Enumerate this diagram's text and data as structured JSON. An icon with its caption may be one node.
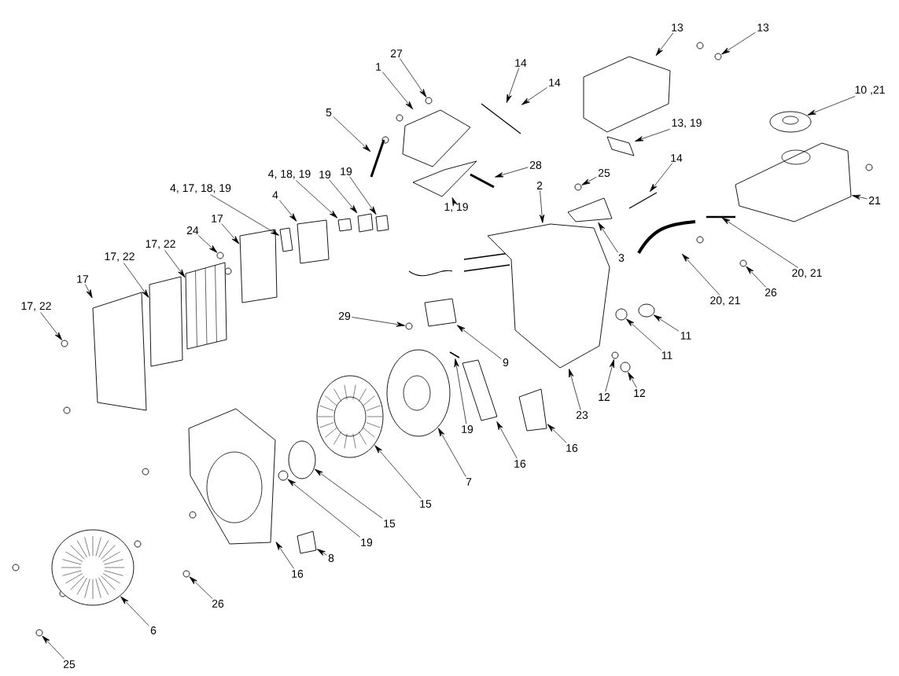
{
  "diagram": {
    "nodes": [
      {
        "text": [
          "27"
        ]
      },
      {
        "text": [
          "1"
        ]
      },
      {
        "text": [
          "13"
        ]
      },
      {
        "text": [
          "13"
        ]
      },
      {
        "text": [
          "14"
        ]
      },
      {
        "text": [
          "14"
        ]
      },
      {
        "text": [
          "5"
        ]
      },
      {
        "text": [
          "10 ,21"
        ]
      },
      {
        "text": [
          "13, 19"
        ]
      },
      {
        "text": [
          "28"
        ]
      },
      {
        "text": [
          "1, 19"
        ]
      },
      {
        "text": [
          "14"
        ]
      },
      {
        "text": [
          "4, 17, 18, 19"
        ]
      },
      {
        "text": [
          "4, 18, 19"
        ]
      },
      {
        "text": [
          "19"
        ]
      },
      {
        "text": [
          "19"
        ]
      },
      {
        "text": [
          "25"
        ]
      },
      {
        "text": [
          "4"
        ]
      },
      {
        "text": [
          "2"
        ]
      },
      {
        "text": [
          "17"
        ]
      },
      {
        "text": [
          "24"
        ]
      },
      {
        "text": [
          "17, 22"
        ]
      },
      {
        "text": [
          "17, 22"
        ]
      },
      {
        "text": [
          "21"
        ]
      },
      {
        "text": [
          "3"
        ]
      },
      {
        "text": [
          "20, 21"
        ]
      },
      {
        "text": [
          "17"
        ]
      },
      {
        "text": [
          "20, 21"
        ]
      },
      {
        "text": [
          "17, 22"
        ]
      },
      {
        "text": [
          "26"
        ]
      },
      {
        "text": [
          "29"
        ]
      },
      {
        "text": [
          "11"
        ]
      },
      {
        "text": [
          "11"
        ]
      },
      {
        "text": [
          "9"
        ]
      },
      {
        "text": [
          "12"
        ]
      },
      {
        "text": [
          "12"
        ]
      },
      {
        "text": [
          "23"
        ]
      },
      {
        "text": [
          "19"
        ]
      },
      {
        "text": [
          "16"
        ]
      },
      {
        "text": [
          "16"
        ]
      },
      {
        "text": [
          "7"
        ]
      },
      {
        "text": [
          "15"
        ]
      },
      {
        "text": [
          "15"
        ]
      },
      {
        "text": [
          "19"
        ]
      },
      {
        "text": [
          "8"
        ]
      },
      {
        "text": [
          "16"
        ]
      },
      {
        "text": [
          "26"
        ]
      },
      {
        "text": [
          "6"
        ]
      },
      {
        "text": [
          "25"
        ]
      },
      {
        "text": [],
        "shape": "circle"
      },
      {
        "text": [],
        "shape": "circle"
      },
      {
        "text": [],
        "shape": "picture"
      },
      {
        "text": [],
        "shape": "box"
      },
      {
        "text": [],
        "shape": "box"
      },
      {
        "text": [],
        "shape": "circle"
      },
      {
        "text": [],
        "shape": "picture"
      },
      {
        "text": [],
        "shape": "picture"
      },
      {
        "text": [],
        "shape": "circle"
      },
      {
        "text": [],
        "shape": "box"
      },
      {
        "text": [],
        "shape": "circle"
      },
      {
        "text": [],
        "shape": "box"
      },
      {
        "text": [],
        "shape": "box"
      },
      {
        "text": [],
        "shape": "box"
      },
      {
        "text": [],
        "shape": "circle"
      },
      {
        "text": [],
        "shape": "picture"
      },
      {
        "text": [],
        "shape": "box"
      },
      {
        "text": [],
        "shape": "box"
      },
      {
        "text": [],
        "shape": "bar"
      },
      {
        "text": [],
        "shape": "picture"
      },
      {
        "text": [],
        "shape": "box"
      },
      {
        "text": [],
        "shape": "box"
      },
      {
        "text": [],
        "shape": "box"
      },
      {
        "text": [],
        "shape": "circle"
      },
      {
        "text": [],
        "shape": "circle"
      },
      {
        "text": [],
        "shape": "box"
      },
      {
        "text": [],
        "shape": "bar"
      },
      {
        "text": [],
        "shape": "box"
      },
      {
        "text": [],
        "shape": "bar"
      },
      {
        "text": [],
        "shape": "bar"
      },
      {
        "text": [],
        "shape": "box"
      },
      {
        "text": [],
        "shape": "box"
      },
      {
        "text": [],
        "shape": "box"
      },
      {
        "text": [],
        "shape": "circle"
      },
      {
        "text": [],
        "shape": "box"
      },
      {
        "text": [],
        "shape": "circle"
      },
      {
        "text": [],
        "shape": "circle"
      },
      {
        "text": [],
        "shape": "box"
      },
      {
        "text": [],
        "shape": "circle"
      },
      {
        "text": [],
        "shape": "bar"
      },
      {
        "text": [],
        "shape": "bar"
      },
      {
        "text": [],
        "shape": "circle"
      },
      {
        "text": [],
        "shape": "bar"
      },
      {
        "text": [],
        "shape": "circle"
      },
      {
        "text": [],
        "shape": "picture"
      },
      {
        "text": [],
        "shape": "circle"
      },
      {
        "text": [],
        "shape": "picture"
      }
    ],
    "edges": [
      {
        "from": 0,
        "to": 73,
        "arrow": "to"
      },
      {
        "from": 1,
        "to": 70,
        "arrow": "to"
      },
      {
        "from": 2,
        "to": 83,
        "arrow": "to"
      },
      {
        "from": 3,
        "to": 92,
        "arrow": "to"
      },
      {
        "from": 4,
        "to": 78,
        "arrow": "to"
      },
      {
        "from": 5,
        "to": 78,
        "arrow": "to"
      },
      {
        "from": 6,
        "to": 67,
        "arrow": "to"
      },
      {
        "from": 7,
        "to": 95,
        "arrow": "to"
      },
      {
        "from": 8,
        "to": 86,
        "arrow": "to"
      },
      {
        "from": 9,
        "to": 77,
        "arrow": "to"
      },
      {
        "from": 10,
        "to": 71,
        "arrow": "to"
      },
      {
        "from": 11,
        "to": 88,
        "arrow": "to"
      },
      {
        "from": 12,
        "to": 60,
        "arrow": "to"
      },
      {
        "from": 13,
        "to": 65,
        "arrow": "to"
      },
      {
        "from": 14,
        "to": 66,
        "arrow": "to"
      },
      {
        "from": 15,
        "to": 69,
        "arrow": "to"
      },
      {
        "from": 16,
        "to": 82,
        "arrow": "to"
      },
      {
        "from": 17,
        "to": 61,
        "arrow": "to"
      },
      {
        "from": 18,
        "to": 79,
        "arrow": "to"
      },
      {
        "from": 19,
        "to": 58,
        "arrow": "to"
      },
      {
        "from": 20,
        "to": 57,
        "arrow": "to"
      },
      {
        "from": 21,
        "to": 55,
        "arrow": "to"
      },
      {
        "from": 22,
        "to": 53,
        "arrow": "to"
      },
      {
        "from": 23,
        "to": 93,
        "arrow": "to"
      },
      {
        "from": 24,
        "to": 81,
        "arrow": "to"
      },
      {
        "from": 25,
        "to": 91,
        "arrow": "to"
      },
      {
        "from": 26,
        "to": 52,
        "arrow": "to"
      },
      {
        "from": 27,
        "to": 89,
        "arrow": "to"
      },
      {
        "from": 28,
        "to": 50,
        "arrow": "to"
      },
      {
        "from": 29,
        "to": 94,
        "arrow": "to"
      },
      {
        "from": 30,
        "to": 72,
        "arrow": "to"
      },
      {
        "from": 31,
        "to": 90,
        "arrow": "to"
      },
      {
        "from": 32,
        "to": 87,
        "arrow": "to"
      },
      {
        "from": 33,
        "to": 74,
        "arrow": "to"
      },
      {
        "from": 34,
        "to": 84,
        "arrow": "to"
      },
      {
        "from": 35,
        "to": 85,
        "arrow": "to"
      },
      {
        "from": 36,
        "to": 79,
        "arrow": "to"
      },
      {
        "from": 37,
        "to": 75,
        "arrow": "to"
      },
      {
        "from": 38,
        "to": 80,
        "arrow": "to"
      },
      {
        "from": 39,
        "to": 76,
        "arrow": "to"
      },
      {
        "from": 40,
        "to": 68,
        "arrow": "to"
      },
      {
        "from": 41,
        "to": 64,
        "arrow": "to"
      },
      {
        "from": 42,
        "to": 63,
        "arrow": "to"
      },
      {
        "from": 43,
        "to": 59,
        "arrow": "to"
      },
      {
        "from": 44,
        "to": 62,
        "arrow": "to"
      },
      {
        "from": 45,
        "to": 56,
        "arrow": "to"
      },
      {
        "from": 46,
        "to": 54,
        "arrow": "to"
      },
      {
        "from": 47,
        "to": 51,
        "arrow": "to"
      },
      {
        "from": 48,
        "to": 49,
        "arrow": "to"
      }
    ]
  }
}
